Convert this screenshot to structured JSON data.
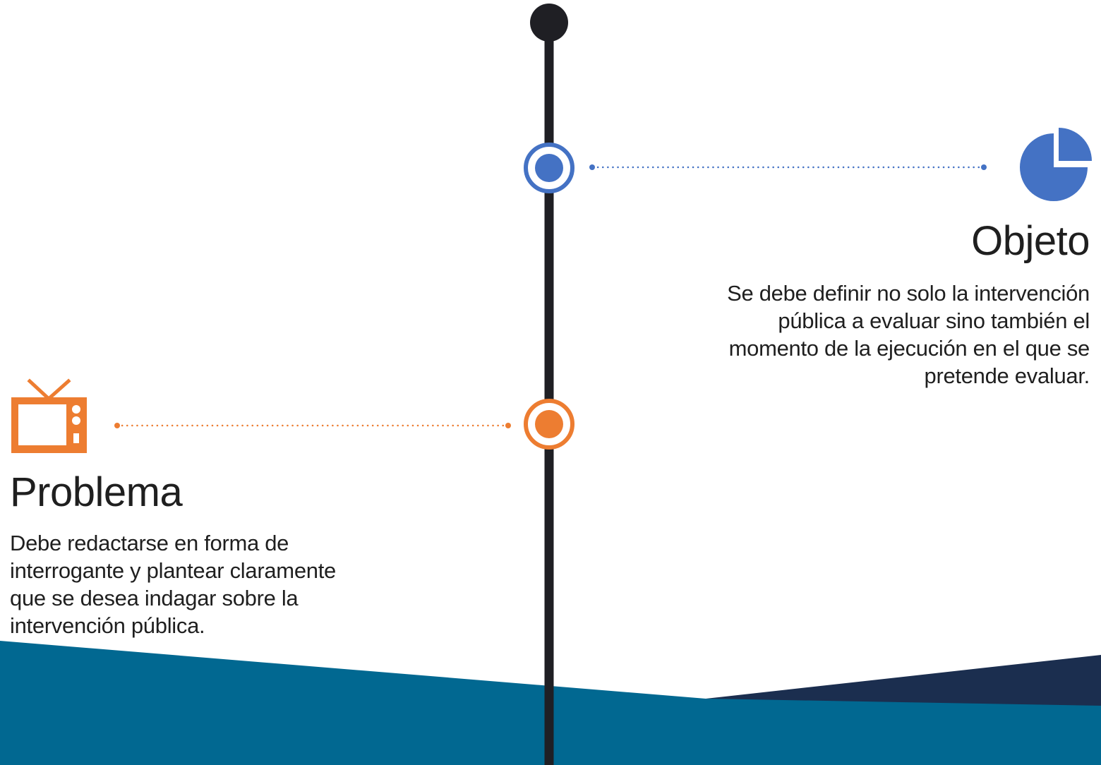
{
  "colors": {
    "timeline": "#1f1f24",
    "objeto_accent": "#4472c4",
    "problema_accent": "#ed7d31",
    "wave_main": "#016891",
    "wave_dark": "#1b2e4f",
    "text": "#1f1f1f"
  },
  "items": [
    {
      "id": "objeto",
      "icon": "pie-chart-icon",
      "title": "Objeto",
      "description": "Se debe definir no solo la intervención pública a evaluar sino también el momento de la ejecución en el que se pretende evaluar."
    },
    {
      "id": "problema",
      "icon": "tv-icon",
      "title": "Problema",
      "description": "Debe redactarse en forma de interrogante y plantear claramente que se desea indagar sobre la intervención pública."
    }
  ]
}
